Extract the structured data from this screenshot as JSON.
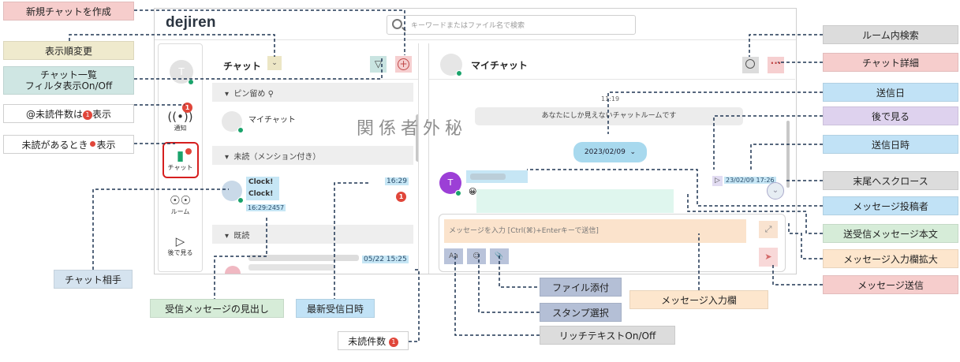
{
  "app": {
    "logo": "dejiren",
    "search_placeholder": "キーワードまたはファイル名で検索"
  },
  "nav": {
    "avatar_initial": "T",
    "notify_label": "通知",
    "notify_badge": "1",
    "chat_label": "チャット",
    "room_label": "ルーム",
    "later_label": "後で見る"
  },
  "chat_list": {
    "title": "チャット",
    "sections": [
      {
        "label": "ピン留め"
      },
      {
        "label": "未読（メンション付き）"
      },
      {
        "label": "既読"
      }
    ],
    "pinned_row_name": "マイチャット",
    "unread_row": {
      "name": "Clock!",
      "preview": "Clock!",
      "sub_time": "16:29:2457",
      "time": "16:29",
      "badge": "1"
    },
    "read_row": {
      "time": "05/22 15:25"
    }
  },
  "chat_main": {
    "title": "マイチャット",
    "time_top": "11:19",
    "system_message": "あなたにしか見えないチャットルームです",
    "date_pill": "2023/02/09",
    "msg_avatar_initial": "T",
    "msg_emoji": "😀",
    "sent_time": "23/02/09 17:26",
    "composer_placeholder": "メッセージを入力 [Ctrl(⌘)+Enterキーで送信]",
    "richtext_label": "Aa"
  },
  "watermark": "関係者外秘",
  "callouts": {
    "new_chat": "新規チャットを作成",
    "sort": "表示順変更",
    "filter_line1": "チャット一覧",
    "filter_line2": "フィルタ表示On/Off",
    "mention_badge_pre": "@未読件数は",
    "mention_badge_post": "表示",
    "unread_dot_pre": "未読があるとき",
    "unread_dot_post": "表示",
    "partner": "チャット相手",
    "heading": "受信メッセージの見出し",
    "latest_time": "最新受信日時",
    "unread_count": "未読件数",
    "room_search": "ルーム内検索",
    "chat_detail": "チャット詳細",
    "send_date": "送信日",
    "read_later": "後で見る",
    "send_datetime": "送信日時",
    "scroll_end": "末尾へスクロース",
    "poster": "メッセージ投稿者",
    "body": "送受信メッセージ本文",
    "expand": "メッセージ入力欄拡大",
    "send": "メッセージ送信",
    "attach": "ファイル添付",
    "input": "メッセージ入力欄",
    "stamp": "スタンプ選択",
    "richtext": "リッチテキストOn/Off"
  }
}
